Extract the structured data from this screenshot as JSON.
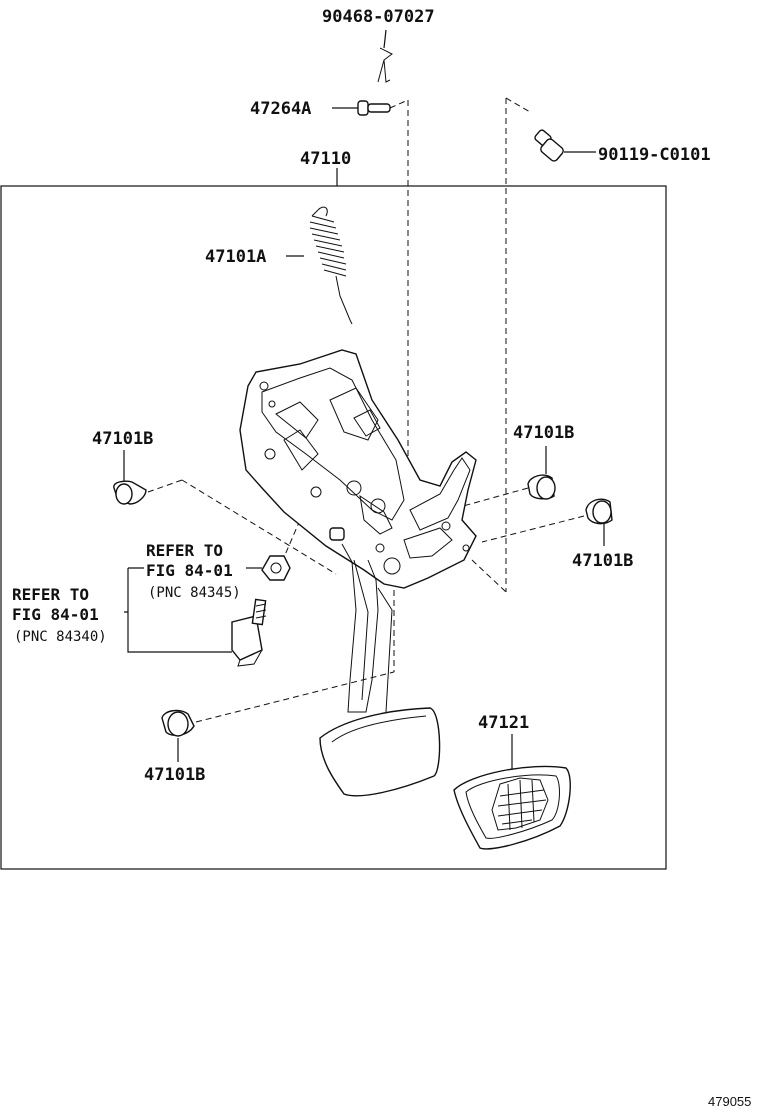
{
  "labels": {
    "clip_pin": "90468-07027",
    "pin": "47264A",
    "bolt": "90119-C0101",
    "assembly": "47110",
    "spring": "47101A",
    "bushing_left": "47101B",
    "bushing_right_top": "47101B",
    "bushing_right_bottom": "47101B",
    "bushing_lower": "47101B",
    "pad": "47121"
  },
  "refer_upper": {
    "line1": "REFER TO",
    "line2": "FIG 84-01",
    "pnc": "(PNC 84345)"
  },
  "refer_lower": {
    "line1": "REFER TO",
    "line2": "FIG 84-01",
    "pnc": "(PNC 84340)"
  },
  "diagram_id": "479055"
}
